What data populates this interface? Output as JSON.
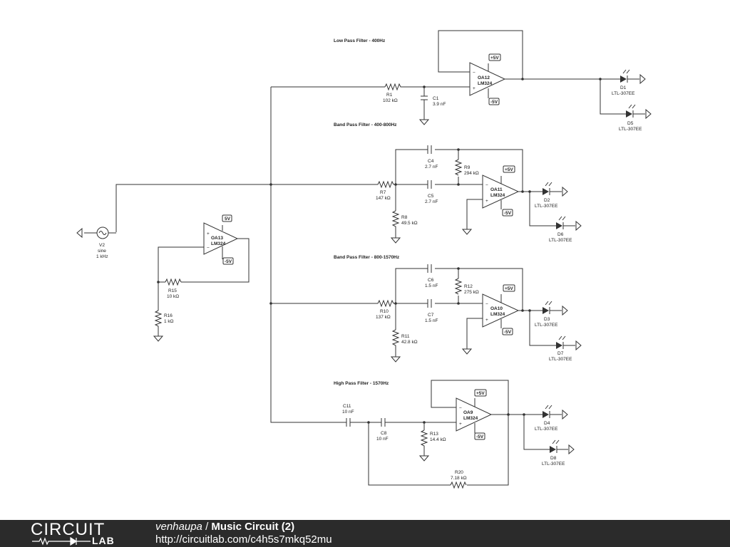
{
  "filters": {
    "lpf": "Low Pass Filter - 400Hz",
    "bpf1": "Band Pass Filter - 400-800Hz",
    "bpf2": "Band Pass Filter - 800-1570Hz",
    "hpf": "High Pass Filter - 1570Hz"
  },
  "components": {
    "V2": {
      "ref": "V2",
      "type": "sine",
      "value": "1 kHz"
    },
    "OA13": {
      "ref": "OA13",
      "part": "LM324",
      "vpos": "5V",
      "vneg": "-5V"
    },
    "R15": {
      "ref": "R15",
      "value": "10 kΩ"
    },
    "R16": {
      "ref": "R16",
      "value": "1 kΩ"
    },
    "R1": {
      "ref": "R1",
      "value": "102 kΩ"
    },
    "C1": {
      "ref": "C1",
      "value": "3.9 nF"
    },
    "OA12": {
      "ref": "OA12",
      "part": "LM324",
      "vpos": "+5V",
      "vneg": "-5V"
    },
    "D1": {
      "ref": "D1",
      "part": "LTL-307EE"
    },
    "D5": {
      "ref": "D5",
      "part": "LTL-307EE"
    },
    "C4": {
      "ref": "C4",
      "value": "2.7 nF"
    },
    "R9": {
      "ref": "R9",
      "value": "294 kΩ"
    },
    "R7": {
      "ref": "R7",
      "value": "147 kΩ"
    },
    "C5": {
      "ref": "C5",
      "value": "2.7 nF"
    },
    "R8": {
      "ref": "R8",
      "value": "49.5 kΩ"
    },
    "OA11": {
      "ref": "OA11",
      "part": "LM324",
      "vpos": "+5V",
      "vneg": "-5V"
    },
    "D2": {
      "ref": "D2",
      "part": "LTL-307EE"
    },
    "D6": {
      "ref": "D6",
      "part": "LTL-307EE"
    },
    "C6": {
      "ref": "C6",
      "value": "1.5 nF"
    },
    "R12": {
      "ref": "R12",
      "value": "275 kΩ"
    },
    "R10": {
      "ref": "R10",
      "value": "137 kΩ"
    },
    "C7": {
      "ref": "C7",
      "value": "1.5 nF"
    },
    "R11": {
      "ref": "R11",
      "value": "42.8 kΩ"
    },
    "OA10": {
      "ref": "OA10",
      "part": "LM324",
      "vpos": "+5V",
      "vneg": "-5V"
    },
    "D3": {
      "ref": "D3",
      "part": "LTL-307EE"
    },
    "D7": {
      "ref": "D7",
      "part": "LTL-307EE"
    },
    "C11": {
      "ref": "C11",
      "value": "10 nF"
    },
    "C8": {
      "ref": "C8",
      "value": "10 nF"
    },
    "R13": {
      "ref": "R13",
      "value": "14.4 kΩ"
    },
    "OA9": {
      "ref": "OA9",
      "part": "LM324",
      "vpos": "+5V",
      "vneg": "-5V"
    },
    "D4": {
      "ref": "D4",
      "part": "LTL-307EE"
    },
    "D8": {
      "ref": "D8",
      "part": "LTL-307EE"
    },
    "R20": {
      "ref": "R20",
      "value": "7.18 kΩ"
    }
  },
  "footer": {
    "logo_top": "CIRCUIT",
    "logo_bottom": "LAB",
    "author": "venhaupa",
    "separator": " / ",
    "circuit_name": "Music Circuit (2)",
    "url": "http://circuitlab.com/c4h5s7mkq52mu"
  }
}
